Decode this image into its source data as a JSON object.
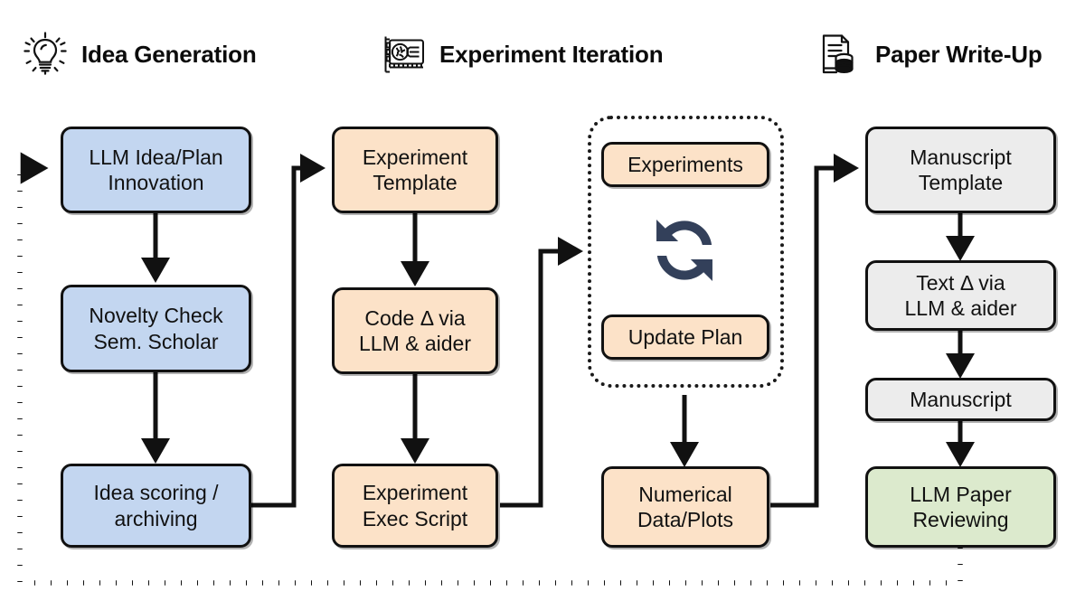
{
  "page": {
    "title": "AI Scientist Pipeline Diagram",
    "background": "#ffffff"
  },
  "colors": {
    "idea_fill": "#c3d6f0",
    "experiment_fill": "#fce2c8",
    "paper_fill": "#ececec",
    "review_fill": "#dceacd",
    "stroke": "#111111",
    "cycle_icon": "#33405a"
  },
  "headers": [
    {
      "id": "idea-generation",
      "label": "Idea Generation",
      "icon": "lightbulb-icon"
    },
    {
      "id": "experiment-iteration",
      "label": "Experiment Iteration",
      "icon": "gpu-card-icon"
    },
    {
      "id": "paper-write-up",
      "label": "Paper Write-Up",
      "icon": "document-database-icon"
    }
  ],
  "columns": [
    {
      "id": "idea-generation",
      "nodes": [
        {
          "id": "llm-idea-plan-innovation",
          "label": "LLM Idea/Plan\nInnovation"
        },
        {
          "id": "novelty-check-sem-scholar",
          "label": "Novelty Check\nSem. Scholar"
        },
        {
          "id": "idea-scoring-archiving",
          "label": "Idea scoring /\narchiving"
        }
      ]
    },
    {
      "id": "experiment-template-chain",
      "nodes": [
        {
          "id": "experiment-template",
          "label": "Experiment\nTemplate"
        },
        {
          "id": "code-delta-via-llm-aider",
          "label": "Code Δ via\nLLM & aider"
        },
        {
          "id": "experiment-exec-script",
          "label": "Experiment\nExec Script"
        }
      ]
    },
    {
      "id": "experiment-loop",
      "nodes": [
        {
          "id": "experiments",
          "label": "Experiments"
        },
        {
          "id": "update-plan",
          "label": "Update Plan"
        },
        {
          "id": "numerical-data-plots",
          "label": "Numerical\nData/Plots"
        }
      ],
      "loop_icon": "refresh-cycle-icon"
    },
    {
      "id": "paper-write-up",
      "nodes": [
        {
          "id": "manuscript-template",
          "label": "Manuscript\nTemplate"
        },
        {
          "id": "text-delta-via-llm-aider",
          "label": "Text Δ via\nLLM & aider"
        },
        {
          "id": "manuscript",
          "label": "Manuscript"
        },
        {
          "id": "llm-paper-reviewing",
          "label": "LLM Paper\nReviewing"
        }
      ]
    }
  ],
  "edges": [
    {
      "id": "edge-idea-to-novelty",
      "from": "llm-idea-plan-innovation",
      "to": "novelty-check-sem-scholar",
      "style": "solid"
    },
    {
      "id": "edge-novelty-to-scoring",
      "from": "novelty-check-sem-scholar",
      "to": "idea-scoring-archiving",
      "style": "solid"
    },
    {
      "id": "edge-scoring-to-template",
      "from": "idea-scoring-archiving",
      "to": "experiment-template",
      "style": "solid"
    },
    {
      "id": "edge-template-to-code",
      "from": "experiment-template",
      "to": "code-delta-via-llm-aider",
      "style": "solid"
    },
    {
      "id": "edge-code-to-exec",
      "from": "code-delta-via-llm-aider",
      "to": "experiment-exec-script",
      "style": "solid"
    },
    {
      "id": "edge-exec-to-loop",
      "from": "experiment-exec-script",
      "to": "experiment-loop",
      "style": "solid"
    },
    {
      "id": "edge-loop-to-numerical",
      "from": "update-plan",
      "to": "numerical-data-plots",
      "style": "solid"
    },
    {
      "id": "edge-numerical-to-manuscript-template",
      "from": "numerical-data-plots",
      "to": "manuscript-template",
      "style": "solid"
    },
    {
      "id": "edge-manuscript-template-to-text",
      "from": "manuscript-template",
      "to": "text-delta-via-llm-aider",
      "style": "solid"
    },
    {
      "id": "edge-text-to-manuscript",
      "from": "text-delta-via-llm-aider",
      "to": "manuscript",
      "style": "solid"
    },
    {
      "id": "edge-manuscript-to-review",
      "from": "manuscript",
      "to": "llm-paper-reviewing",
      "style": "solid"
    },
    {
      "id": "edge-review-feedback-to-idea",
      "from": "llm-paper-reviewing",
      "to": "llm-idea-plan-innovation",
      "style": "dotted"
    }
  ]
}
